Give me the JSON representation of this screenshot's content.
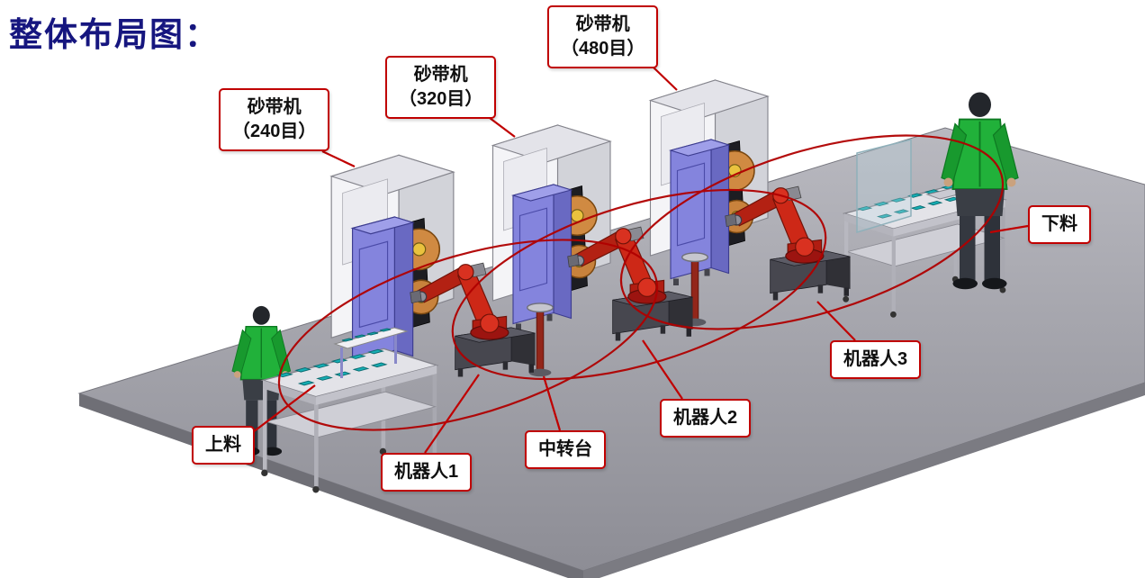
{
  "page": {
    "title": "整体布局图："
  },
  "colors": {
    "title_blue": "#16167f",
    "accent_red": "#c00000",
    "machine_blue": "#8484dd",
    "robot_red": "#cd2817",
    "worker_green": "#21b13a",
    "floor_gray": "#a4a4ab",
    "sander_wheel_tan": "#d08a42",
    "parts_teal": "#16aeb4"
  },
  "callouts": [
    {
      "id": "sander-240",
      "lines": [
        "砂带机",
        "（240目）"
      ]
    },
    {
      "id": "sander-320",
      "lines": [
        "砂带机",
        "（320目）"
      ]
    },
    {
      "id": "sander-480",
      "lines": [
        "砂带机",
        "（480目）"
      ]
    },
    {
      "id": "loading",
      "lines": [
        "上料"
      ]
    },
    {
      "id": "robot-1",
      "lines": [
        "机器人1"
      ]
    },
    {
      "id": "transfer",
      "lines": [
        "中转台"
      ]
    },
    {
      "id": "robot-2",
      "lines": [
        "机器人2"
      ]
    },
    {
      "id": "robot-3",
      "lines": [
        "机器人3"
      ]
    },
    {
      "id": "unloading",
      "lines": [
        "下料"
      ]
    }
  ]
}
